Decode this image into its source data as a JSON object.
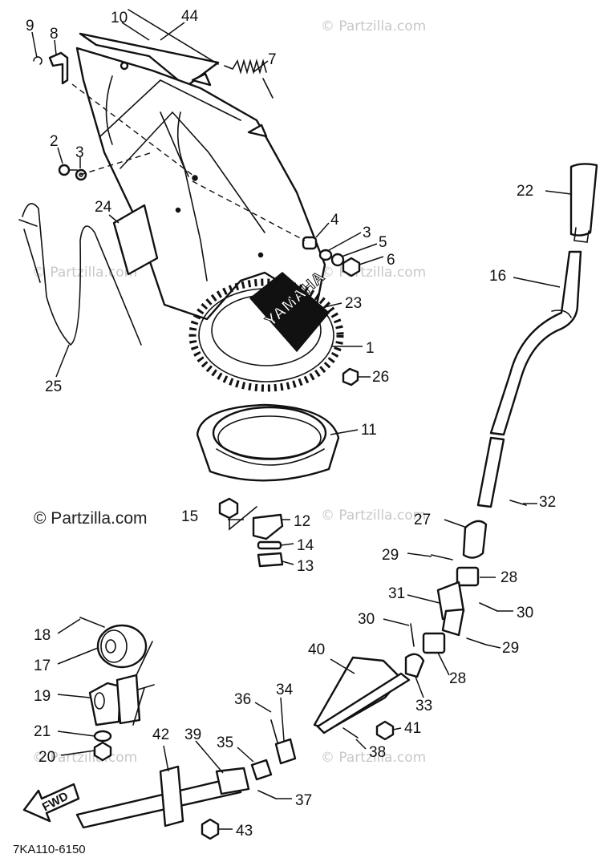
{
  "watermarks": {
    "site": "© Partzilla.com",
    "main": "© Partzilla.com"
  },
  "callouts": {
    "c1": "1",
    "c2": "2",
    "c3a": "3",
    "c3b": "3",
    "c4": "4",
    "c5": "5",
    "c6": "6",
    "c7": "7",
    "c8": "8",
    "c9": "9",
    "c10": "10",
    "c11": "11",
    "c12": "12",
    "c13": "13",
    "c14": "14",
    "c15": "15",
    "c16": "16",
    "c17": "17",
    "c18": "18",
    "c19": "19",
    "c20": "20",
    "c21": "21",
    "c22": "22",
    "c23": "23",
    "c24": "24",
    "c25": "25",
    "c26": "26",
    "c27": "27",
    "c28a": "28",
    "c28b": "28",
    "c29a": "29",
    "c29b": "29",
    "c30a": "30",
    "c30b": "30",
    "c31": "31",
    "c32": "32",
    "c33": "33",
    "c34": "34",
    "c35": "35",
    "c36": "36",
    "c37": "37",
    "c38": "38",
    "c39": "39",
    "c40": "40",
    "c41": "41",
    "c42": "42",
    "c43": "43",
    "c44": "44"
  },
  "chute_brand": "YAMAHA",
  "direction_arrow": "FWD",
  "figure_code": "7KA110-6150",
  "icons": [
    "spring-icon",
    "bolt-icon",
    "nut-icon",
    "washer-icon",
    "pulley-icon",
    "pin-icon",
    "arrow-icon"
  ]
}
